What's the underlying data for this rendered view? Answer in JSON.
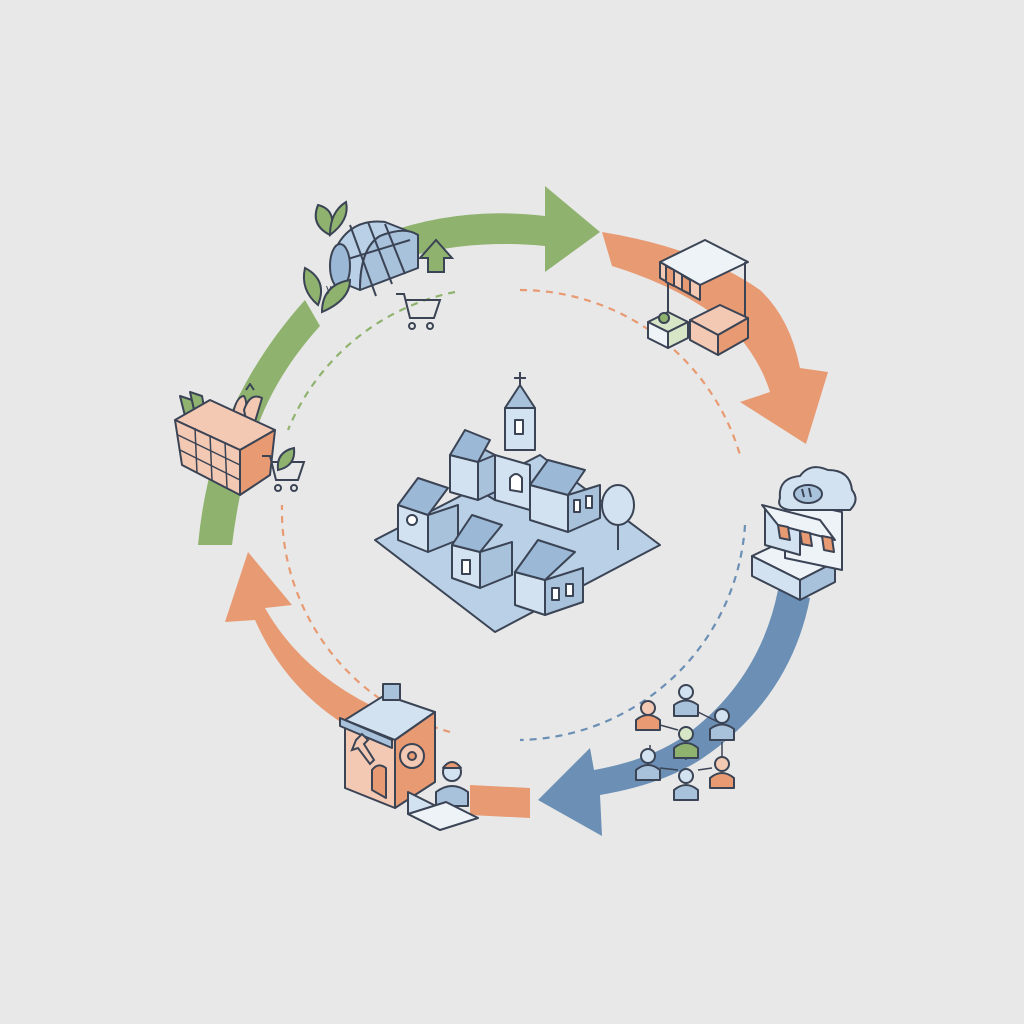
{
  "diagram": {
    "colors": {
      "background": "#e8e8e8",
      "outline": "#3b4455",
      "green": "#8fb36f",
      "orange": "#e89a72",
      "blue": "#6b8fb5",
      "light_blue": "#b9d0e6",
      "pink": "#f3c9b4"
    },
    "center": {
      "icon": "village-church-icon"
    },
    "stages": [
      {
        "icon": "greenhouse-icon",
        "extras": [
          "leaf-icon",
          "up-arrow-icon",
          "shopping-cart-icon"
        ]
      },
      {
        "icon": "market-stall-icon",
        "extras": [
          "produce-crate-icon"
        ]
      },
      {
        "icon": "bakery-storefront-icon",
        "extras": [
          "bread-sign-icon"
        ]
      },
      {
        "icon": "community-network-icon",
        "extras": [
          "people-icon"
        ]
      },
      {
        "icon": "repair-workshop-icon",
        "extras": [
          "wrench-icon",
          "gear-icon",
          "remote-worker-icon"
        ]
      },
      {
        "icon": "vegetable-basket-icon",
        "extras": [
          "shopping-cart-icon"
        ]
      }
    ],
    "arrows": [
      {
        "from": "greenhouse-icon",
        "to": "market-stall-icon",
        "color": "green"
      },
      {
        "from": "market-stall-icon",
        "to": "bakery-storefront-icon",
        "color": "orange"
      },
      {
        "from": "bakery-storefront-icon",
        "to": "community-network-icon",
        "color": "blue"
      },
      {
        "from": "community-network-icon",
        "to": "repair-workshop-icon",
        "color": "orange"
      },
      {
        "from": "repair-workshop-icon",
        "to": "vegetable-basket-icon",
        "color": "orange"
      },
      {
        "from": "vegetable-basket-icon",
        "to": "greenhouse-icon",
        "color": "green"
      }
    ],
    "inner_ring": {
      "style": "dashed",
      "colors": [
        "green",
        "orange",
        "blue",
        "orange"
      ]
    }
  }
}
